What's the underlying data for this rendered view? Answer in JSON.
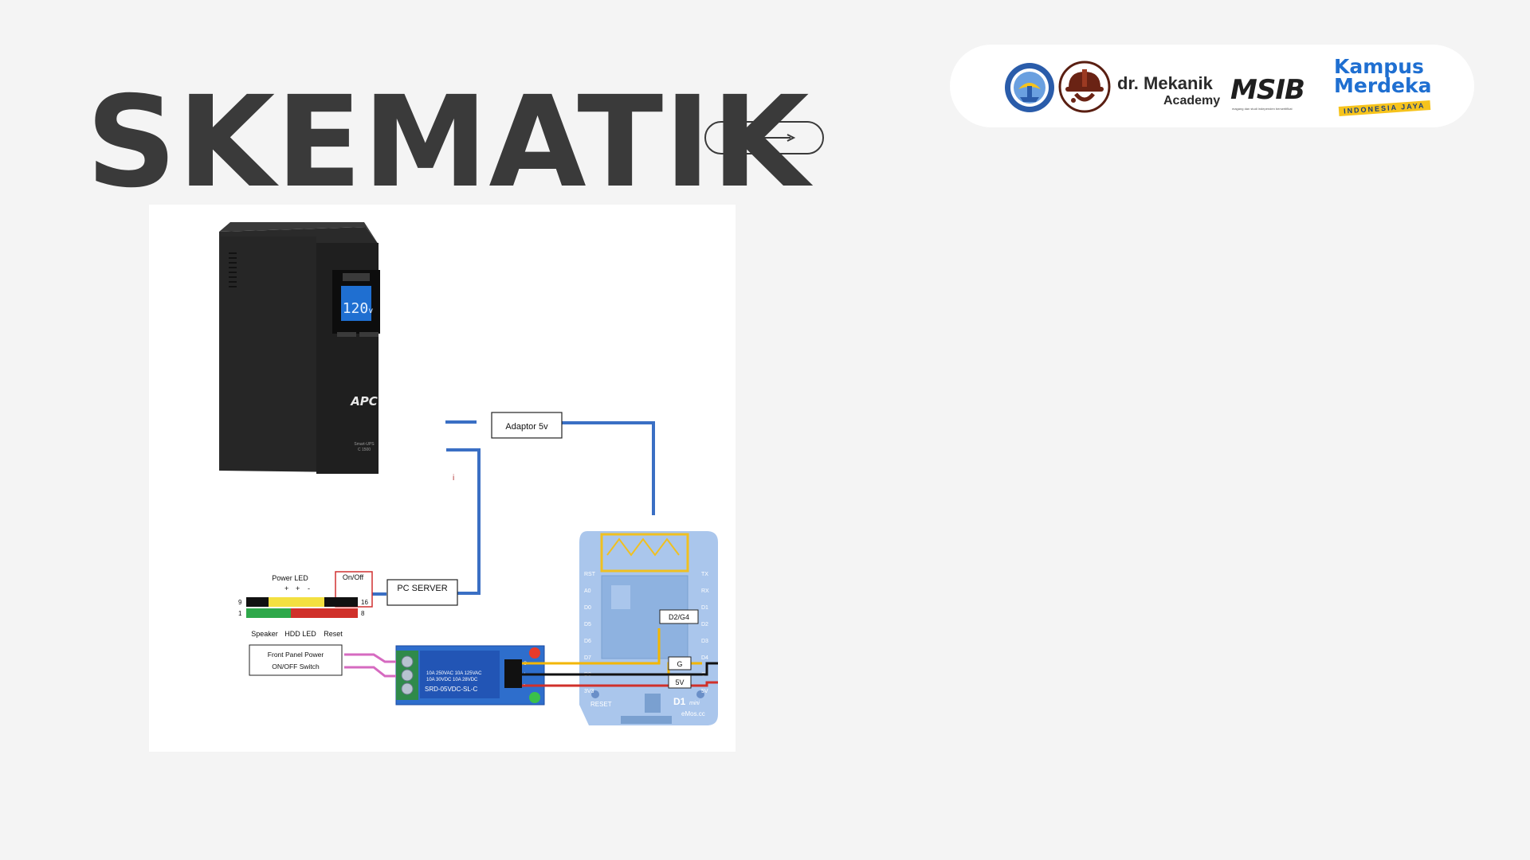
{
  "slide": {
    "title": "SKEMATIK"
  },
  "logos": {
    "dr_mekanik": "dr. Mekanik",
    "academy": "Academy",
    "msib": "MSIB",
    "msib_sub": "magang dan studi independen bersertifikat",
    "kampus": "Kampus",
    "merdeka": "Merdeka",
    "indonesia_jaya": "INDONESIA JAYA"
  },
  "colors": {
    "background": "#f4f4f4",
    "title": "#3a3a3a",
    "wire_blue": "#3a6fc4",
    "wire_pink": "#d66ac0",
    "wire_yellow": "#f3b600",
    "wire_black": "#111111",
    "wire_red": "#d0302a",
    "board_blue": "#aac6ec",
    "relay_blue": "#2255b5",
    "kampus_blue": "#1f6fd1",
    "jaya_yellow": "#f6c31c"
  },
  "diagram": {
    "ups": {
      "brand": "APC",
      "model": "Smart-UPS",
      "model_number": "C 1500",
      "display_value": "120",
      "display_unit": "v"
    },
    "adaptor_label": "Adaptor 5v",
    "pc_server_label": "PC SERVER",
    "header": {
      "power_led": "Power LED",
      "on_off": "On/Off",
      "pin_9": "9",
      "pin_1": "1",
      "pin_16": "16",
      "pin_8": "8",
      "speaker": "Speaker",
      "hdd_led": "HDD LED",
      "reset": "Reset",
      "plus": "+",
      "minus": "-"
    },
    "front_panel": {
      "line1": "Front Panel Power",
      "line2": "ON/OFF Switch"
    },
    "relay": {
      "spec1": "10A 250VAC  10A 125VAC",
      "spec2": "10A  30VDC  10A  28VDC",
      "model": "SRD-05VDC-SL-C",
      "pins": [
        "S",
        "+",
        "-"
      ]
    },
    "d1mini": {
      "pin_d2": "D2/G4",
      "pin_g": "G",
      "pin_5v": "5V",
      "reset": "RESET",
      "name": "D1",
      "name_sub": "mini",
      "vendor": "eMos.cc",
      "left_pins": [
        "RST",
        "A0",
        "D0",
        "D5",
        "D6",
        "D7",
        "D8",
        "3V3"
      ],
      "right_pins": [
        "TX",
        "RX",
        "D1",
        "D2",
        "D3",
        "D4",
        "G",
        "5V"
      ]
    },
    "cursor_mark": "i"
  }
}
